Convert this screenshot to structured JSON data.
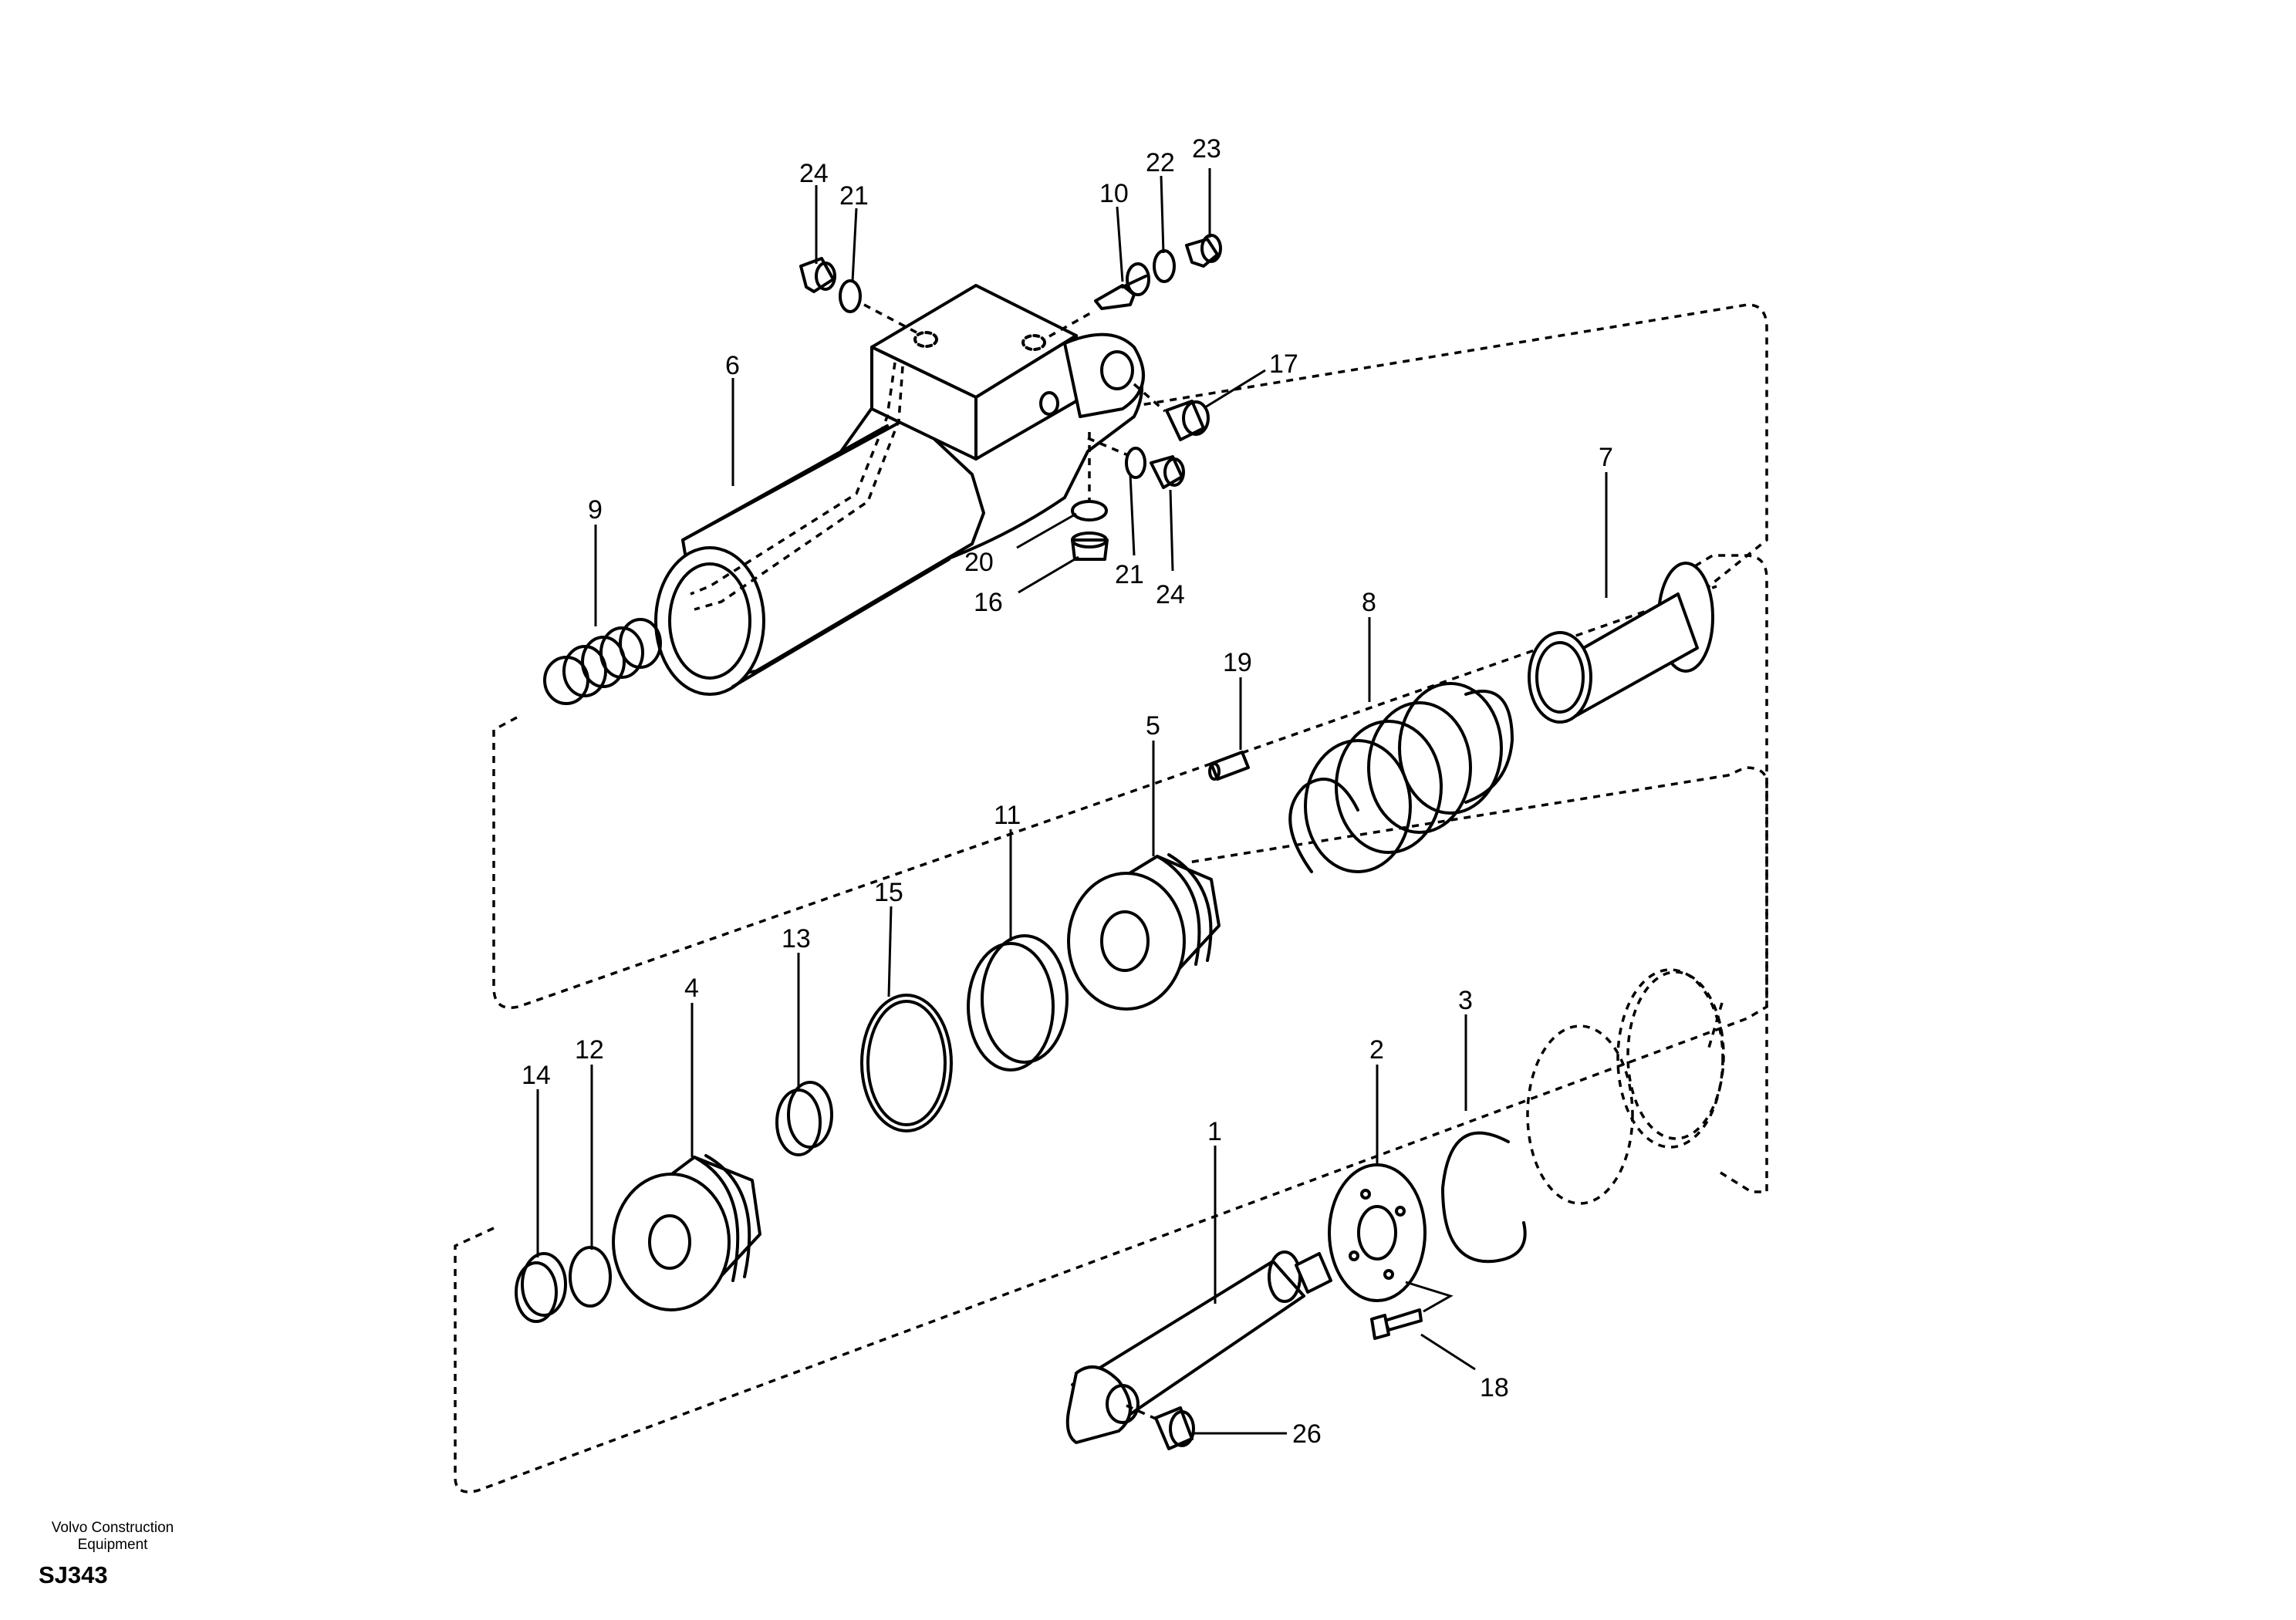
{
  "parts": [
    {
      "label": "1"
    },
    {
      "label": "2"
    },
    {
      "label": "3"
    },
    {
      "label": "4"
    },
    {
      "label": "5"
    },
    {
      "label": "6"
    },
    {
      "label": "7"
    },
    {
      "label": "8"
    },
    {
      "label": "9"
    },
    {
      "label": "10"
    },
    {
      "label": "11"
    },
    {
      "label": "12"
    },
    {
      "label": "13"
    },
    {
      "label": "14"
    },
    {
      "label": "15"
    },
    {
      "label": "16"
    },
    {
      "label": "17"
    },
    {
      "label": "18"
    },
    {
      "label": "19"
    },
    {
      "label": "20"
    },
    {
      "label": "21"
    },
    {
      "label": "21"
    },
    {
      "label": "22"
    },
    {
      "label": "23"
    },
    {
      "label": "24"
    },
    {
      "label": "24"
    },
    {
      "label": "26"
    }
  ],
  "footer": {
    "brand_line1": "Volvo Construction",
    "brand_line2": "Equipment",
    "drawing_code": "SJ343"
  }
}
